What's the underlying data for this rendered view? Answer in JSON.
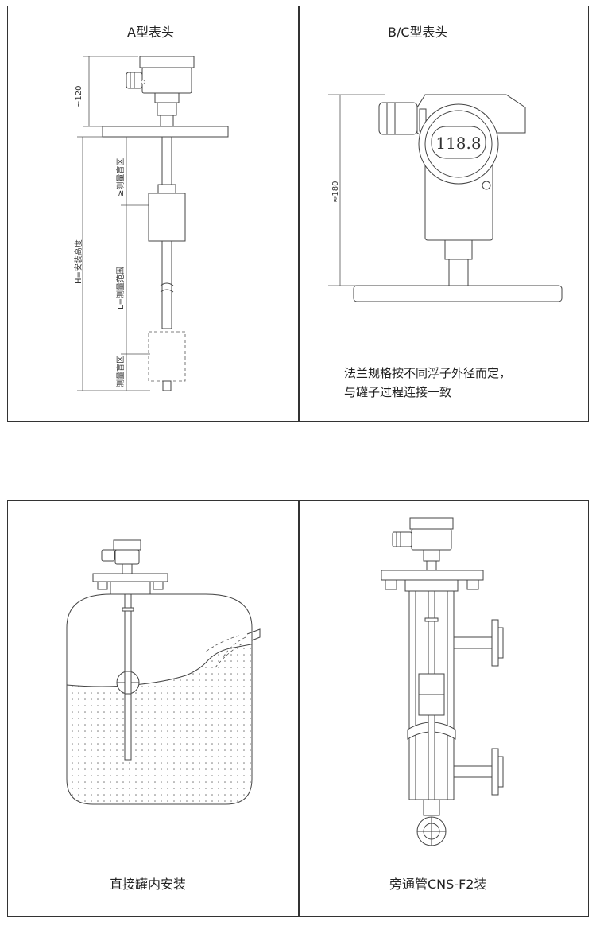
{
  "panel_a": {
    "title": "A型表头",
    "dim_top": "~120",
    "dim_height": "H=安装高度",
    "dim_blind_top": "≥测量盲区",
    "dim_range": "L=测量范围",
    "dim_blind_bottom": "测量盲区"
  },
  "panel_bc": {
    "title": "B/C型表头",
    "display_value": "118.8",
    "dim_height": "≈180",
    "note_line1": "法兰规格按不同浮子外径而定，",
    "note_line2": "与罐子过程连接一致"
  },
  "panel_tank": {
    "caption": "直接罐内安装"
  },
  "panel_bypass": {
    "caption": "旁通管CNS-F2装"
  }
}
